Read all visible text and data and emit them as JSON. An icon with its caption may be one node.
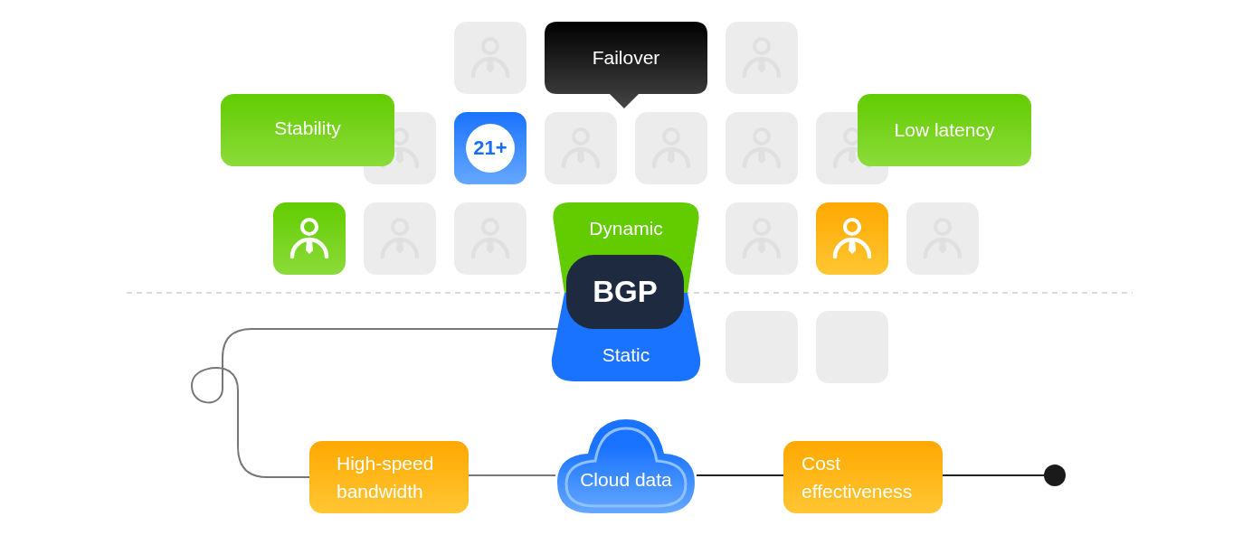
{
  "diagram": {
    "nodes": [
      {
        "text": [
          "Failover"
        ]
      },
      {
        "text": [
          "Stability"
        ]
      },
      {
        "text": [
          "Low latency"
        ]
      },
      {
        "text": [
          "Dynamic"
        ]
      },
      {
        "text": [
          "BGP"
        ]
      },
      {
        "text": [
          "Static"
        ]
      },
      {
        "text": [
          "High-speed bandwidth"
        ]
      },
      {
        "text": [
          "Cloud data"
        ]
      },
      {
        "text": [
          "Cost effectiveness"
        ]
      },
      {
        "text": [],
        "shape": "circle"
      }
    ],
    "edges": [
      {
        "from": 5,
        "to": 6,
        "arrow": "none"
      },
      {
        "from": 6,
        "to": 7,
        "arrow": "none"
      },
      {
        "from": 7,
        "to": 8,
        "arrow": "none",
        "color": "#222222"
      },
      {
        "from": 8,
        "to": 9,
        "arrow": "none",
        "color": "#222222"
      }
    ],
    "labels": [
      "21+"
    ]
  }
}
